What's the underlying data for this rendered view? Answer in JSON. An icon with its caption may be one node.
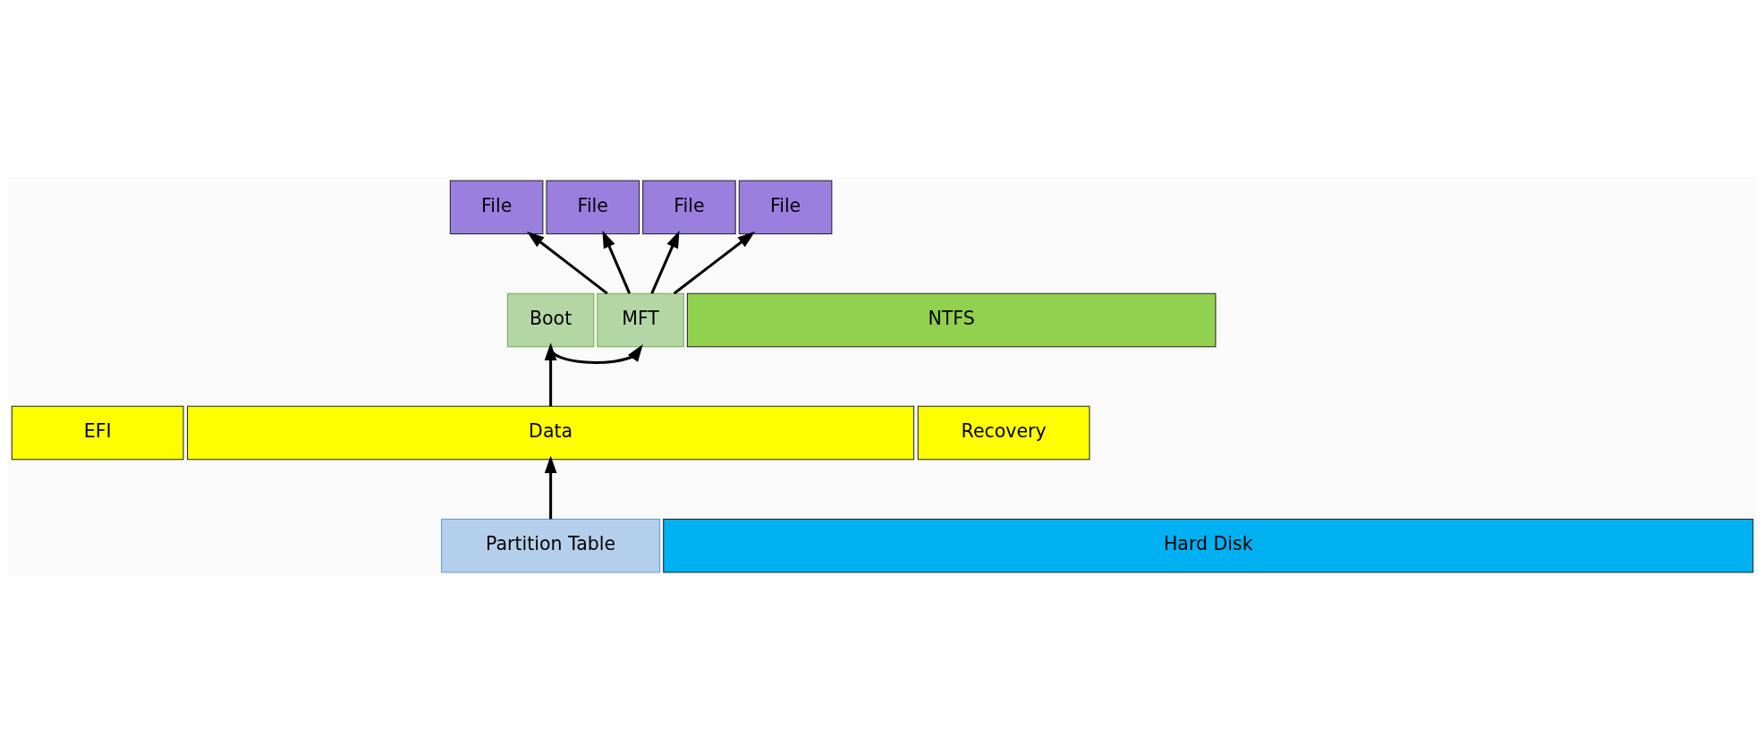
{
  "diagram": {
    "nodes": [
      {
        "text": [
          "File"
        ]
      },
      {
        "text": [
          "File"
        ]
      },
      {
        "text": [
          "File"
        ]
      },
      {
        "text": [
          "File"
        ]
      },
      {
        "text": [
          "Boot"
        ]
      },
      {
        "text": [
          "MFT"
        ]
      },
      {
        "text": [
          "NTFS"
        ]
      },
      {
        "text": [
          "EFI"
        ]
      },
      {
        "text": [
          "Data"
        ]
      },
      {
        "text": [
          "Recovery"
        ]
      },
      {
        "text": [
          "Partition Table"
        ]
      },
      {
        "text": [
          "Hard Disk"
        ]
      }
    ],
    "edges": [
      {
        "from": 10,
        "to": 8,
        "arrow": "to"
      },
      {
        "from": 8,
        "to": 4,
        "arrow": "to"
      },
      {
        "from": 4,
        "to": 5,
        "arrow": "to"
      },
      {
        "from": 5,
        "to": 0,
        "arrow": "to"
      },
      {
        "from": 5,
        "to": 1,
        "arrow": "to"
      },
      {
        "from": 5,
        "to": 2,
        "arrow": "to"
      },
      {
        "from": 5,
        "to": 3,
        "arrow": "to"
      }
    ]
  }
}
